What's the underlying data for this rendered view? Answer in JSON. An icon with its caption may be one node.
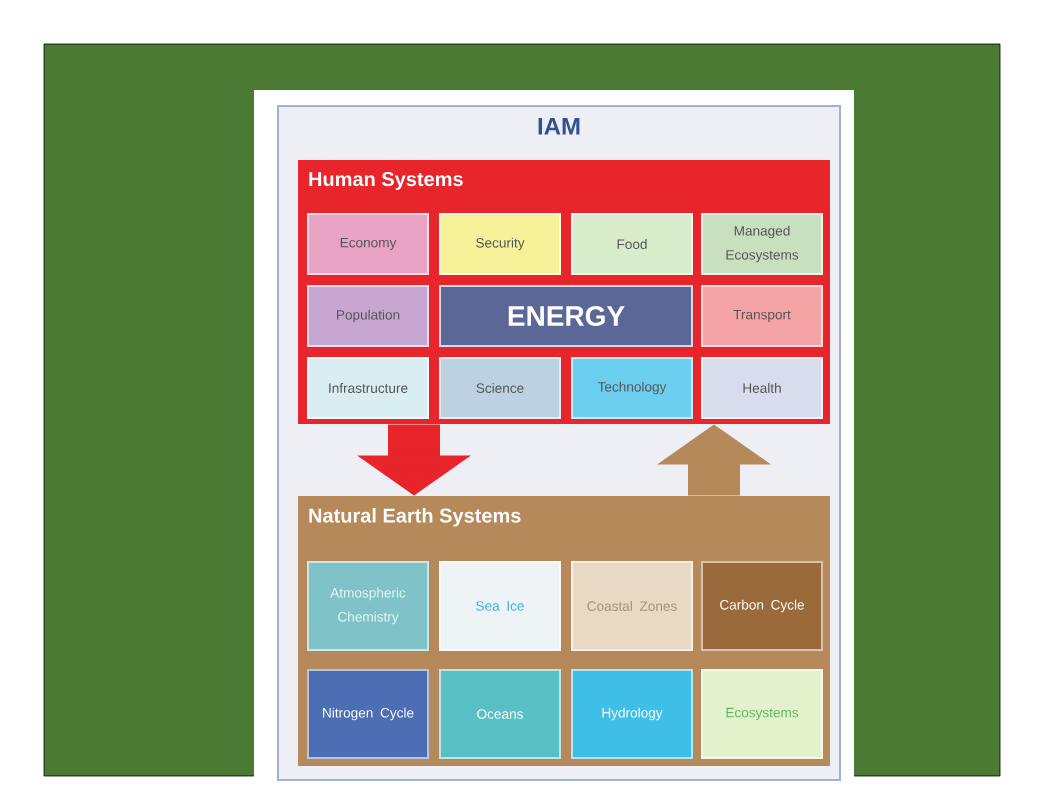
{
  "diagram": {
    "nodes": [
      {
        "text": [
          "IAM"
        ]
      },
      {
        "text": [
          "Human Systems"
        ],
        "in": 0
      },
      {
        "text": [
          "Economy"
        ],
        "in": 1
      },
      {
        "text": [
          "Security"
        ],
        "in": 1
      },
      {
        "text": [
          "Food"
        ],
        "in": 1
      },
      {
        "text": [
          "Managed Ecosystems"
        ],
        "in": 1
      },
      {
        "text": [
          "Population"
        ],
        "in": 1
      },
      {
        "text": [
          "ENERGY"
        ],
        "in": 1
      },
      {
        "text": [
          "Transport"
        ],
        "in": 1
      },
      {
        "text": [
          "Infrastructure"
        ],
        "in": 1
      },
      {
        "text": [
          "Science"
        ],
        "in": 1
      },
      {
        "text": [
          "Technology"
        ],
        "in": 1
      },
      {
        "text": [
          "Health"
        ],
        "in": 1
      },
      {
        "text": [
          "Natural Earth Systems"
        ],
        "in": 0
      },
      {
        "text": [
          "Atmospheric Chemistry"
        ],
        "in": 13
      },
      {
        "text": [
          "Sea Ice"
        ],
        "in": 13
      },
      {
        "text": [
          "Coastal Zones"
        ],
        "in": 13
      },
      {
        "text": [
          "Carbon Cycle"
        ],
        "in": 13
      },
      {
        "text": [
          "Nitrogen Cycle"
        ],
        "in": 13
      },
      {
        "text": [
          "Oceans"
        ],
        "in": 13
      },
      {
        "text": [
          "Hydrology"
        ],
        "in": 13
      },
      {
        "text": [
          "Ecosystems"
        ],
        "in": 13
      }
    ],
    "edges": [
      {
        "from": 1,
        "to": 13,
        "arrow": "to",
        "color": "#e8252a"
      },
      {
        "from": 13,
        "to": 1,
        "arrow": "to",
        "color": "#b5895a"
      }
    ]
  }
}
